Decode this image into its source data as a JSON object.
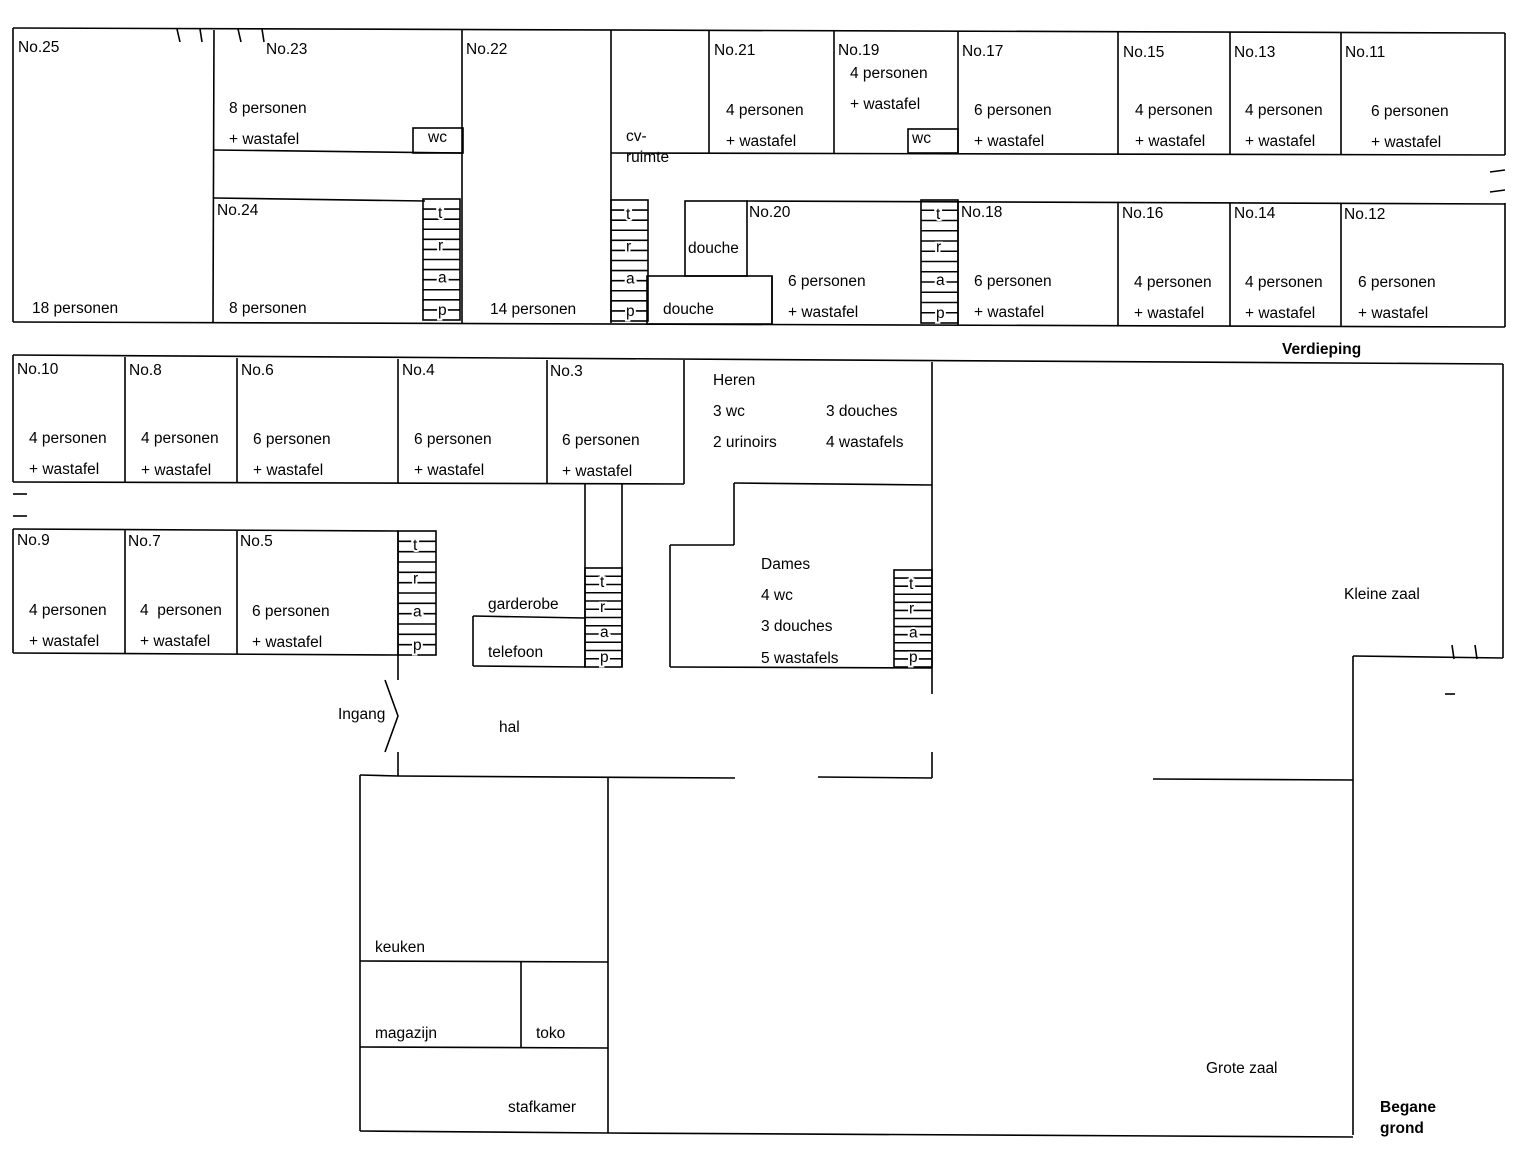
{
  "floors": {
    "upper_label": "Verdieping",
    "ground_label_1": "Begane",
    "ground_label_2": "grond"
  },
  "stair_letters": [
    "t",
    "r",
    "a",
    "p"
  ],
  "upper": {
    "no25": {
      "num": "No.25",
      "cap": "18 personen"
    },
    "no23": {
      "num": "No.23",
      "cap": "8 personen",
      "sink": "+ wastafel",
      "wc": "wc"
    },
    "no24": {
      "num": "No.24",
      "cap": "8 personen"
    },
    "no22": {
      "num": "No.22",
      "cap": "14 personen"
    },
    "cv": {
      "line1": "cv-",
      "line2": "ruimte"
    },
    "no21": {
      "num": "No.21",
      "cap": "4 personen",
      "sink": "+ wastafel"
    },
    "no19": {
      "num": "No.19",
      "cap": "4 personen",
      "sink": "+ wastafel",
      "wc": "wc"
    },
    "no17": {
      "num": "No.17",
      "cap": "6 personen",
      "sink": "+ wastafel"
    },
    "no15": {
      "num": "No.15",
      "cap": "4 personen",
      "sink": "+ wastafel"
    },
    "no13": {
      "num": "No.13",
      "cap": "4 personen",
      "sink": "+ wastafel"
    },
    "no11": {
      "num": "No.11",
      "cap": "6 personen",
      "sink": "+ wastafel"
    },
    "douche1": "douche",
    "douche2": "douche",
    "no20": {
      "num": "No.20",
      "cap": "6 personen",
      "sink": "+ wastafel"
    },
    "no18": {
      "num": "No.18",
      "cap": "6 personen",
      "sink": "+ wastafel"
    },
    "no16": {
      "num": "No.16",
      "cap": "4 personen",
      "sink": "+ wastafel"
    },
    "no14": {
      "num": "No.14",
      "cap": "4 personen",
      "sink": "+ wastafel"
    },
    "no12": {
      "num": "No.12",
      "cap": "6 personen",
      "sink": "+ wastafel"
    }
  },
  "ground": {
    "no10": {
      "num": "No.10",
      "cap": "4 personen",
      "sink": "+ wastafel"
    },
    "no8": {
      "num": "No.8",
      "cap": "4 personen",
      "sink": "+ wastafel"
    },
    "no6": {
      "num": "No.6",
      "cap": "6 personen",
      "sink": "+ wastafel"
    },
    "no4": {
      "num": "No.4",
      "cap": "6 personen",
      "sink": "+ wastafel"
    },
    "no3": {
      "num": "No.3",
      "cap": "6 personen",
      "sink": "+ wastafel"
    },
    "heren": {
      "title": "Heren",
      "wc": "3 wc",
      "urinals": "2 urinoirs",
      "showers": "3 douches",
      "sinks": "4 wastafels"
    },
    "no9": {
      "num": "No.9",
      "cap": "4 personen",
      "sink": "+ wastafel"
    },
    "no7": {
      "num": "No.7",
      "cap": "4  personen",
      "sink": "+ wastafel"
    },
    "no5": {
      "num": "No.5",
      "cap": "6 personen",
      "sink": "+ wastafel"
    },
    "garderobe": "garderobe",
    "telefoon": "telefoon",
    "dames": {
      "title": "Dames",
      "wc": "4 wc",
      "showers": "3 douches",
      "sinks": "5 wastafels"
    },
    "ingang": "Ingang",
    "hal": "hal",
    "kleine_zaal": "Kleine zaal",
    "keuken": "keuken",
    "magazijn": "magazijn",
    "toko": "toko",
    "stafkamer": "stafkamer",
    "grote_zaal": "Grote zaal"
  }
}
